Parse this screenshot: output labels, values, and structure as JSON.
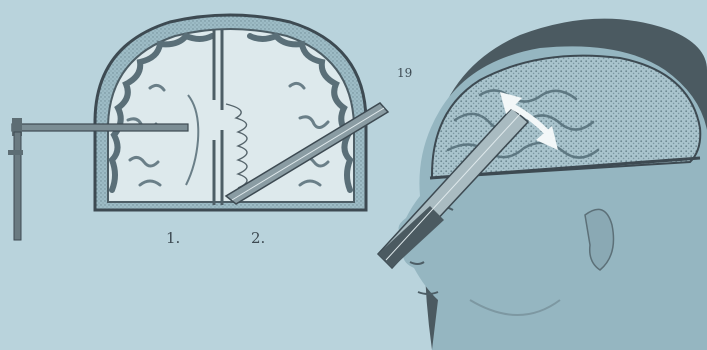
{
  "labels": {
    "left_section": "1.",
    "right_section": "2.",
    "figure_number": "19"
  },
  "colors": {
    "background": "#b9d3dc",
    "skull_bone": "#a7c3cc",
    "brain_tissue": "#dde9ec",
    "ink": "#3d4a52",
    "head_skin": "#95b6c1",
    "hair": "#4b5a61"
  },
  "icons": [
    "brain-cross-section-illustration",
    "head-profile-illustration",
    "surgical-instrument",
    "double-arrow-icon"
  ]
}
